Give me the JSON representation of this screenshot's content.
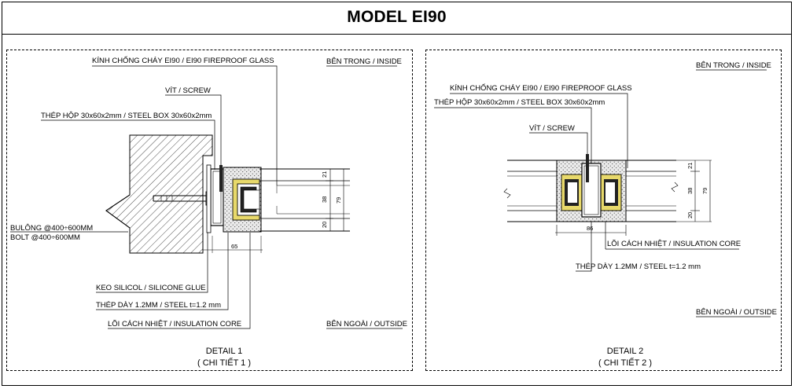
{
  "title": "MODEL EI90",
  "detail_1": {
    "label_glass": "KÍNH CHỐNG CHÁY EI90 / EI90 FIREPROOF GLASS",
    "label_screw": "VÍT / SCREW",
    "label_steel_box": "THÉP HỘP 30x60x2mm  /  STEEL BOX 30x60x2mm",
    "label_bolt_vn": "BULÔNG @400÷600MM",
    "label_bolt_en": "BOLT @400÷600MM",
    "label_silicone": "KEO SILICOL / SILICONE GLUE",
    "label_steel_sheet": "THÉP DÀY 1.2MM /  STEEL t=1.2 mm",
    "label_core": "LÕI CÁCH NHIỆT / INSULATION CORE",
    "label_inside": "BÊN TRONG / INSIDE",
    "label_outside": "BÊN NGOÀI / OUTSIDE",
    "dim_21": "21",
    "dim_38": "38",
    "dim_20": "20",
    "dim_79": "79",
    "dim_65": "65",
    "caption_1": "DETAIL 1",
    "caption_2": "( CHI TIẾT 1 )"
  },
  "detail_2": {
    "label_glass": "KÍNH CHỐNG CHÁY EI90 / EI90 FIREPROOF GLASS",
    "label_steel_box": "THÉP HỘP 30x60x2mm  /  STEEL BOX 30x60x2mm",
    "label_screw": "VÍT / SCREW",
    "label_core": "LÕI CÁCH NHIỆT / INSULATION CORE",
    "label_steel_sheet": "THÉP DÀY 1.2MM /  STEEL t=1.2 mm",
    "label_inside": "BÊN TRONG / INSIDE",
    "label_outside": "BÊN NGOÀI / OUTSIDE",
    "dim_21": "21",
    "dim_38": "38",
    "dim_20": "20",
    "dim_79": "79",
    "dim_86": "86",
    "caption_1": "DETAIL 2",
    "caption_2": "( CHI TIẾT 2 )"
  },
  "colors": {
    "insulation_fill": "#e6e6e6",
    "adhesive_fill": "#e8d96b",
    "glass_fill": "#ffffff",
    "line": "#000000"
  }
}
